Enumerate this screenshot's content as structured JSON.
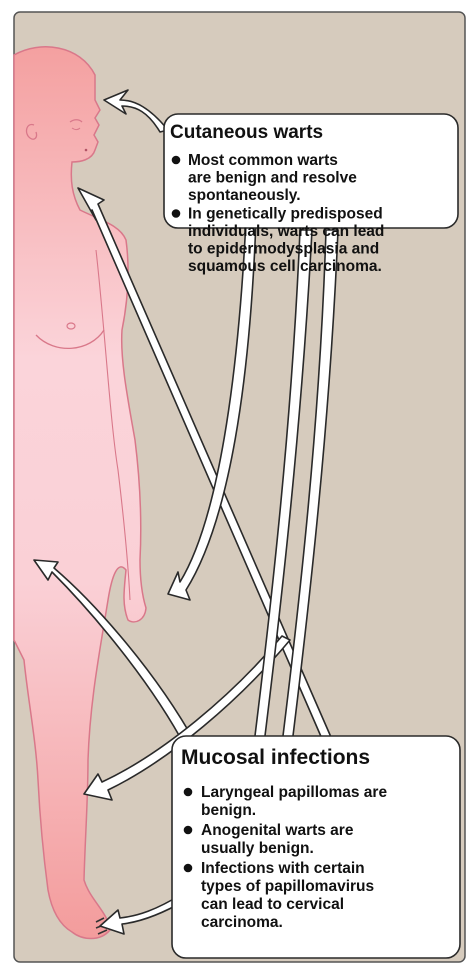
{
  "colors": {
    "frame_background": "#d6cbbd",
    "frame_border": "#555555",
    "body_fill_top": "#f4a3a3",
    "body_fill_mid": "#fbd3d9",
    "body_outline": "#d9788a",
    "arrow_fill": "#ffffff",
    "arrow_stroke": "#2a2a2a",
    "text": "#111111"
  },
  "cutaneous": {
    "title": "Cutaneous warts",
    "bullets": [
      {
        "lines": [
          "Most common warts",
          "are benign and resolve",
          "spontaneously."
        ]
      },
      {
        "lines": [
          "In genetically predisposed",
          "individuals, warts can lead",
          "to epidermodysplasia and",
          "squamous cell carcinoma."
        ]
      }
    ]
  },
  "mucosal": {
    "title": "Mucosal infections",
    "bullets": [
      {
        "lines": [
          "Laryngeal papillomas are",
          "benign."
        ]
      },
      {
        "lines": [
          "Anogenital warts are",
          "usually benign."
        ]
      },
      {
        "lines": [
          "Infections with certain",
          "types of papillomavirus",
          "can lead to cervical",
          "carcinoma."
        ]
      }
    ]
  }
}
